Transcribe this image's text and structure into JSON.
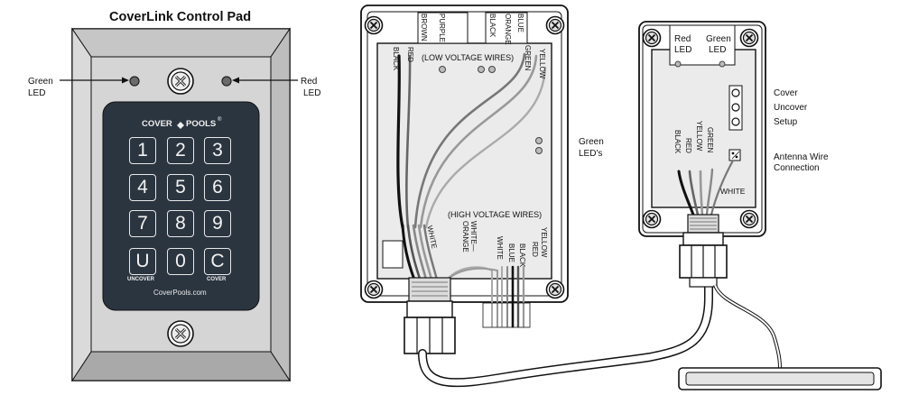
{
  "pad": {
    "title": "CoverLink Control Pad",
    "brand_left": "COVER",
    "brand_right": "POOLS",
    "brand_mark": "®",
    "website": "CoverPools.com",
    "green_led": [
      "Green",
      "LED"
    ],
    "red_led": [
      "Red",
      "LED"
    ],
    "keys": [
      "1",
      "2",
      "3",
      "4",
      "5",
      "6",
      "7",
      "8",
      "9",
      "U",
      "0",
      "C"
    ],
    "uncover_label": "UNCOVER",
    "cover_label": "COVER"
  },
  "control_box": {
    "top_wires": [
      "BROWN",
      "PURPLE",
      "BLACK",
      "ORANGE",
      "BLUE"
    ],
    "low_wires_left": [
      "BLACK",
      "RED"
    ],
    "low_wires_right": [
      "GREEN",
      "YELLOW"
    ],
    "low_voltage_label": "(LOW VOLTAGE WIRES)",
    "high_voltage_label": "(HIGH VOLTAGE WIRES)",
    "white_left": "WHITE",
    "bottom_wires": [
      "ORANGE",
      "WHITE—",
      "WHITE",
      "BLUE",
      "BLACK",
      "RED",
      "YELLOW"
    ],
    "green_leds": [
      "Green",
      "LED's"
    ]
  },
  "receiver": {
    "red_led": [
      "Red",
      "LED"
    ],
    "green_led": [
      "Green",
      "LED"
    ],
    "buttons": [
      "Cover",
      "Uncover",
      "Setup"
    ],
    "wires": [
      "BLACK",
      "RED",
      "YELLOW",
      "GREEN"
    ],
    "white": "WHITE",
    "antenna": [
      "Antenna Wire",
      "Connection"
    ]
  },
  "colors": {
    "pad_panel": "#2b3540",
    "pad_plate": "#d5d5d5",
    "box_fill": "#e8e8e8",
    "outline": "#111111"
  }
}
